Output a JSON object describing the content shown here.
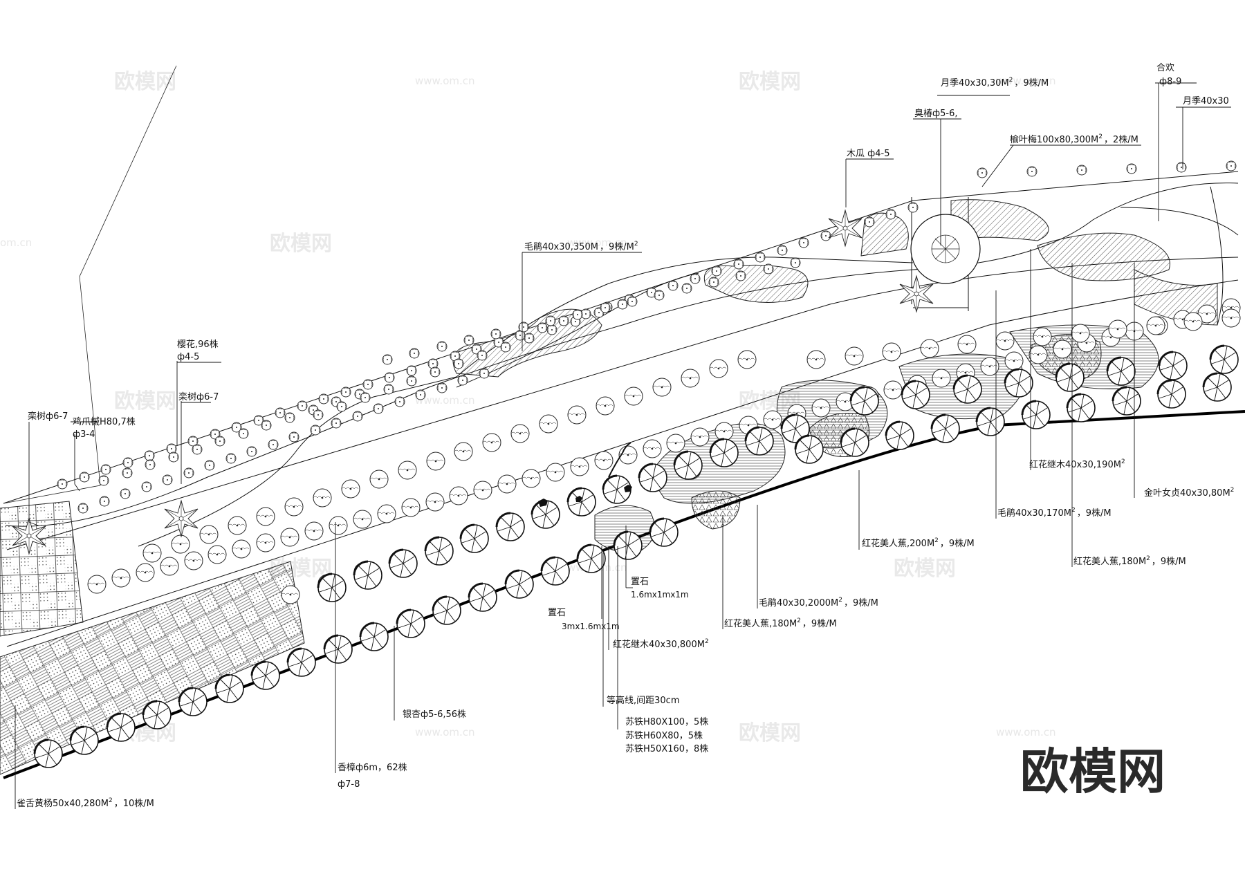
{
  "drawing": {
    "labels": {
      "luanshu_1": "栾树ф6-7",
      "jizhuaqi": "鸡爪槭H80,7株",
      "jizhuaqi_dia": "ф3-4",
      "yinghua": "樱花,96株",
      "yinghua_dia": "ф4-5",
      "luanshu_2": "栾树ф6-7",
      "maojuan_350": "毛鹃40x30,350M",
      "maojuan_350_b": "，9株/M",
      "maojuan_350_sup": "2",
      "mugua": "木瓜 ф4-5",
      "chouchun": "臭椿ф5-6,",
      "yueji_30": "月季40x30,30M",
      "yueji_30_b": "，9株/M",
      "yueji_30_sup": "2",
      "yuyemei": "榆叶梅100x80,300M",
      "yuyemei_b": "，2株/M",
      "yuyemei_sup": "2",
      "hehuan": "合欢",
      "hehuan_dia": "ф8-9",
      "yueji_right": "月季40x30",
      "hongjimu_190": "红花继木40x30,190M",
      "hongjimu_190_sup": "2",
      "jinye": "金叶女贞40x30,80M",
      "jinye_sup": "2",
      "maojuan_170": "毛鹃40x30,170M",
      "maojuan_170_b": "，9株/M",
      "maojuan_170_sup": "2",
      "meirenjiao_180r": "红花美人蕉,180M",
      "meirenjiao_180r_b": "，9株/M",
      "meirenjiao_180r_sup": "2",
      "meirenjiao_200": "红花美人蕉,200M",
      "meirenjiao_200_b": "，9株/M",
      "meirenjiao_200_sup": "2",
      "maojuan_2000": "毛鹃40x30,2000M",
      "maojuan_2000_b": "，9株/M",
      "maojuan_2000_sup": "2",
      "meirenjiao_180": "红花美人蕉,180M",
      "meirenjiao_180_b": "，9株/M",
      "meirenjiao_180_sup": "2",
      "zhishi_1": "置石",
      "zhishi_1_size": "1.6mx1mx1m",
      "zhishi_2": "置石",
      "zhishi_2_size": "3mx1.6mx1m",
      "hongjimu_800": "红花继木40x30,800M",
      "hongjimu_800_sup": "2",
      "dengaoxian": "等高线,间距30cm",
      "sutie_1": "苏铁H80X100，5株",
      "sutie_2": "苏铁H60X80，5株",
      "sutie_3": "苏铁H50X160，8株",
      "yinxing": "银杏ф5-6,56株",
      "xiangzhang": "香樟ф6m，62株",
      "xiangzhang_dia": "ф7-8",
      "queshe": "雀舌黄杨50x40,280M",
      "queshe_b": "，10株/M",
      "queshe_sup": "2"
    },
    "watermark": {
      "brand": "欧模网",
      "url": "www.om.cn",
      "url_short": "om.cn"
    },
    "logo": "欧模网",
    "colors": {
      "ink": "#111111",
      "watermark": "#cfcfcf",
      "background": "#ffffff"
    }
  }
}
